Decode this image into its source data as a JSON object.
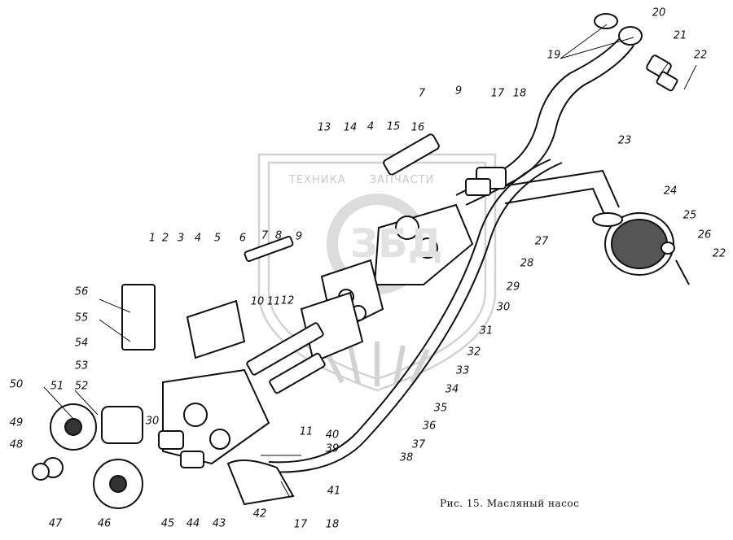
{
  "caption": "Рис. 15. Масляный насос",
  "watermark": {
    "word_left": "ТЕХНИКА",
    "word_right": "ЗАПЧАСТИ",
    "emblem_text": "ЗБД"
  },
  "callouts": [
    "1",
    "2",
    "3",
    "4",
    "5",
    "6",
    "7",
    "8",
    "9",
    "10",
    "11",
    "12",
    "13",
    "14",
    "4",
    "15",
    "16",
    "7",
    "9",
    "17",
    "18",
    "19",
    "20",
    "21",
    "22",
    "23",
    "24",
    "25",
    "26",
    "22",
    "27",
    "28",
    "29",
    "30",
    "31",
    "32",
    "33",
    "34",
    "35",
    "36",
    "37",
    "38",
    "39",
    "40",
    "11",
    "41",
    "42",
    "17",
    "18",
    "43",
    "44",
    "45",
    "46",
    "47",
    "48",
    "49",
    "50",
    "51",
    "52",
    "53",
    "54",
    "55",
    "56",
    "30"
  ]
}
